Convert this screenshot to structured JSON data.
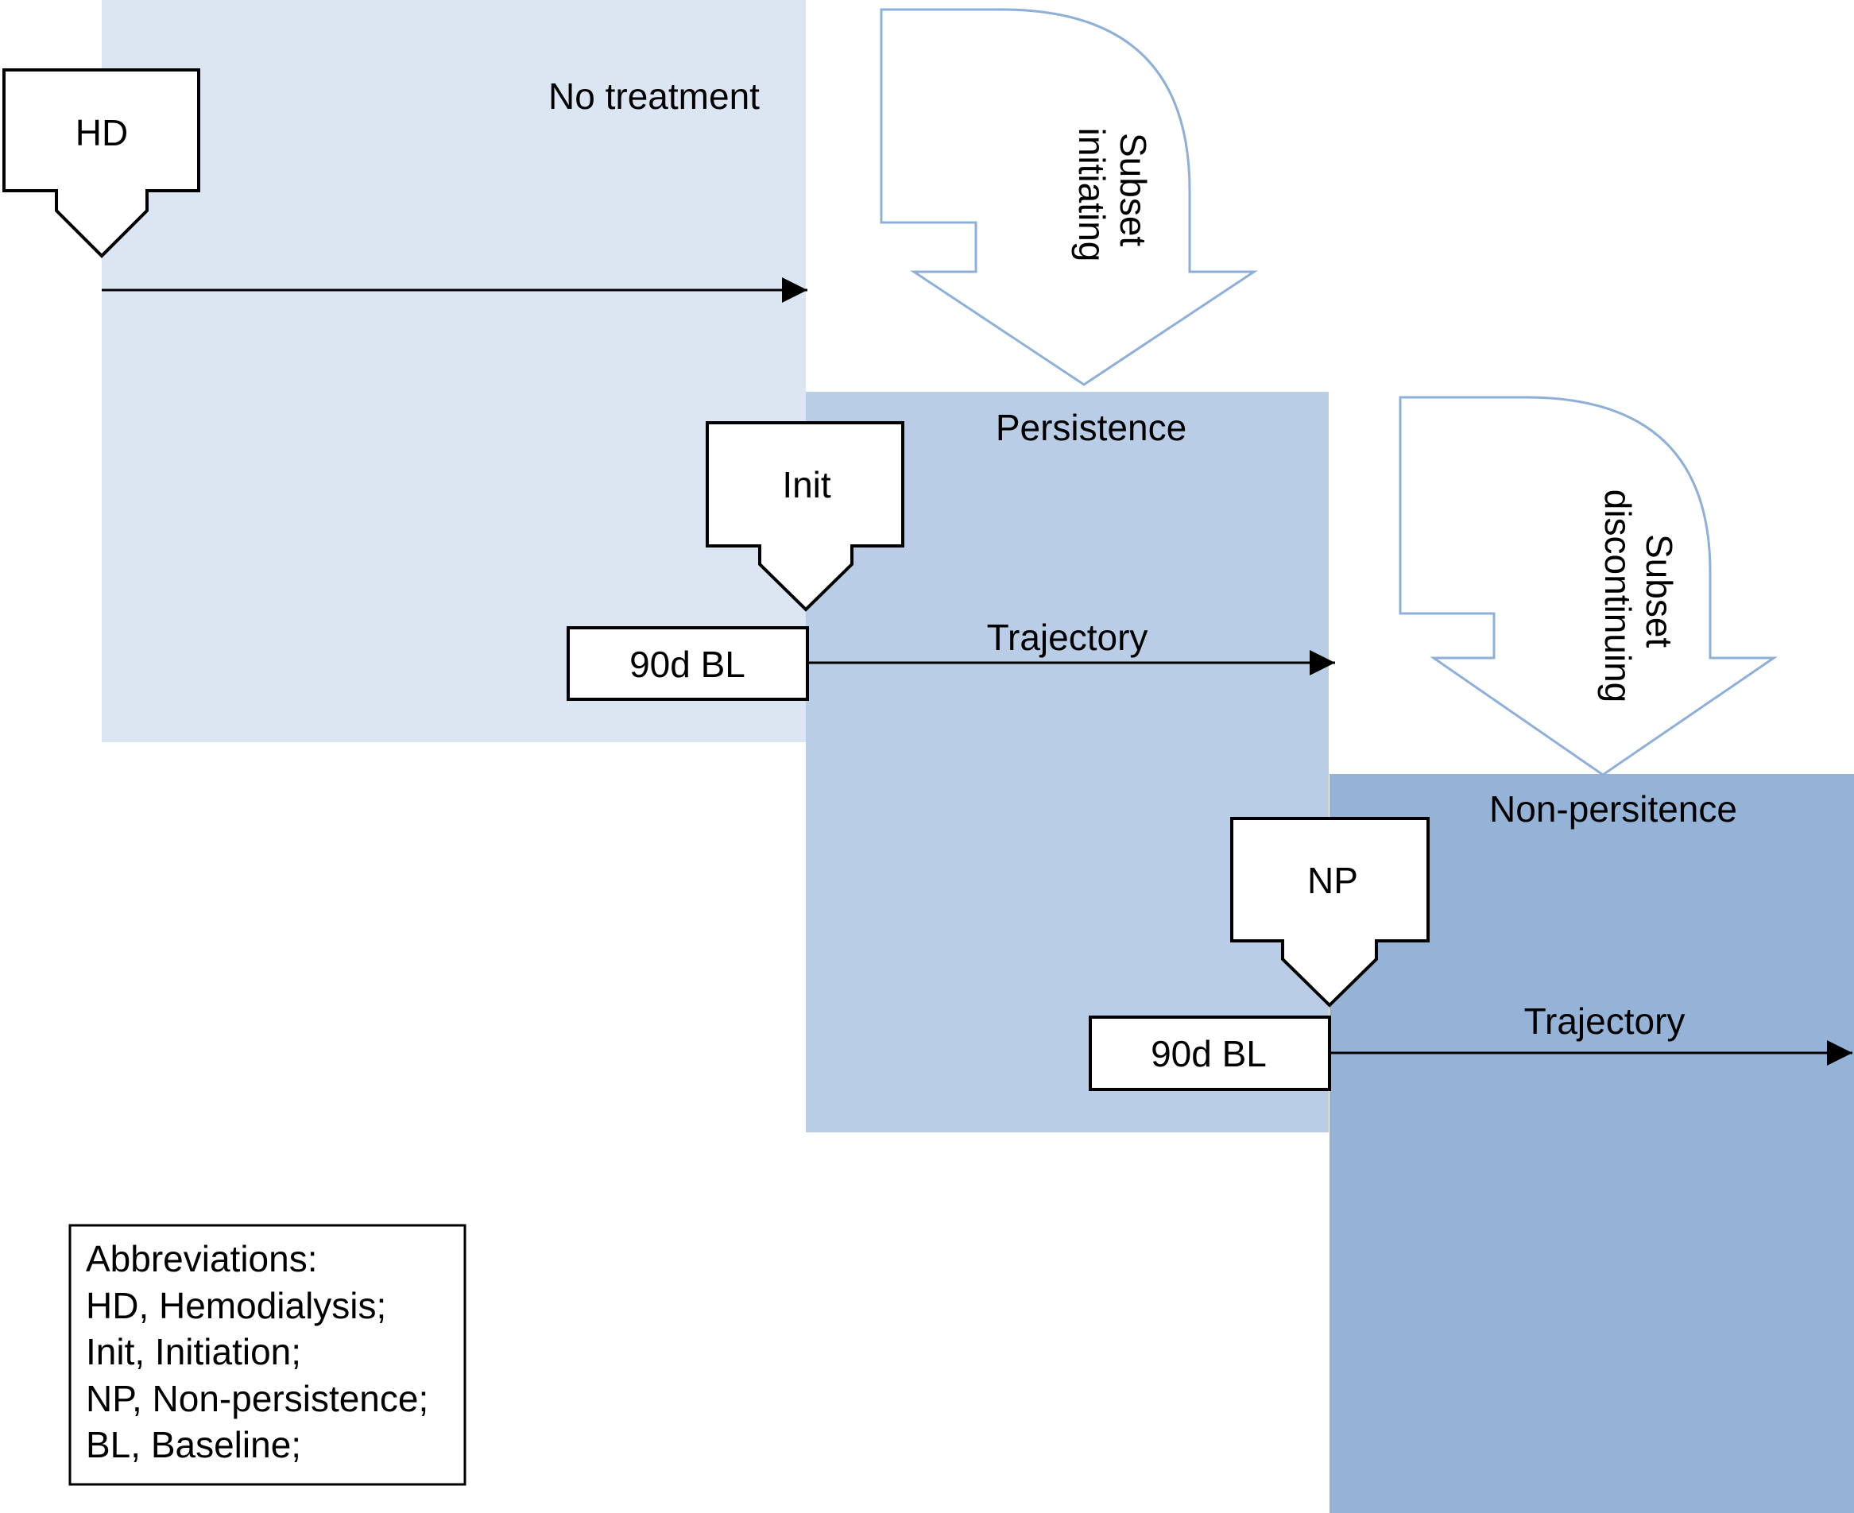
{
  "colors": {
    "region_no_treatment": "#dce6f2",
    "region_persistence": "#b9cde6",
    "region_non_persistence": "#95b3d7",
    "transition_arrow_outline": "#8eb0d8",
    "box_border": "#000000",
    "background": "#ffffff"
  },
  "regions": {
    "no_treatment": "No treatment",
    "persistence": "Persistence",
    "non_persistence": "Non-persitence"
  },
  "events": {
    "hd": "HD",
    "init": "Init",
    "np": "NP"
  },
  "baseline_boxes": {
    "persistence": "90d BL",
    "non_persistence": "90d BL"
  },
  "trajectory_labels": {
    "persistence": "Trajectory",
    "non_persistence": "Trajectory"
  },
  "transitions": {
    "initiating": [
      "Subset",
      "initiating"
    ],
    "discontinuing": [
      "Subset",
      "discontinuing"
    ]
  },
  "abbreviations": {
    "title": "Abbreviations:",
    "items": [
      "HD, Hemodialysis;",
      "Init, Initiation;",
      "NP, Non-persistence;",
      "BL, Baseline;"
    ]
  }
}
